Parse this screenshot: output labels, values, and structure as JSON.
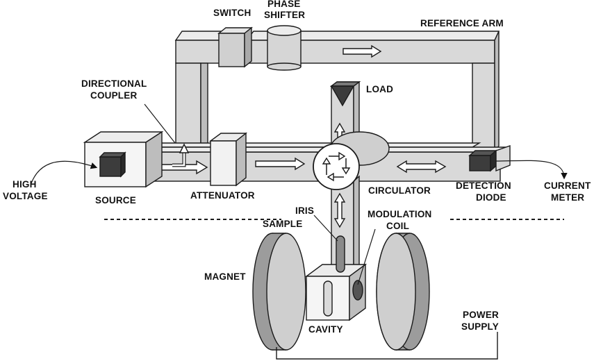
{
  "labels": {
    "switch": "SWITCH",
    "phase_shifter_1": "PHASE",
    "phase_shifter_2": "SHIFTER",
    "reference_arm": "REFERENCE ARM",
    "directional_coupler_1": "DIRECTIONAL",
    "directional_coupler_2": "COUPLER",
    "load": "LOAD",
    "high_voltage_1": "HIGH",
    "high_voltage_2": "VOLTAGE",
    "source": "SOURCE",
    "attenuator": "ATTENUATOR",
    "circulator": "CIRCULATOR",
    "detection_diode_1": "DETECTION",
    "detection_diode_2": "DIODE",
    "current_meter_1": "CURRENT",
    "current_meter_2": "METER",
    "iris": "IRIS",
    "sample": "SAMPLE",
    "modulation_coil_1": "MODULATION",
    "modulation_coil_2": "COIL",
    "magnet": "MAGNET",
    "cavity": "CAVITY",
    "power_supply_1": "POWER",
    "power_supply_2": "SUPPLY"
  },
  "colors": {
    "waveguide": "#d9d9d9",
    "waveguide_dark": "#bdbdbd",
    "outline": "#1a1a1a",
    "component_dark": "#3c3c3c",
    "magnet_face": "#cfcfcf"
  }
}
